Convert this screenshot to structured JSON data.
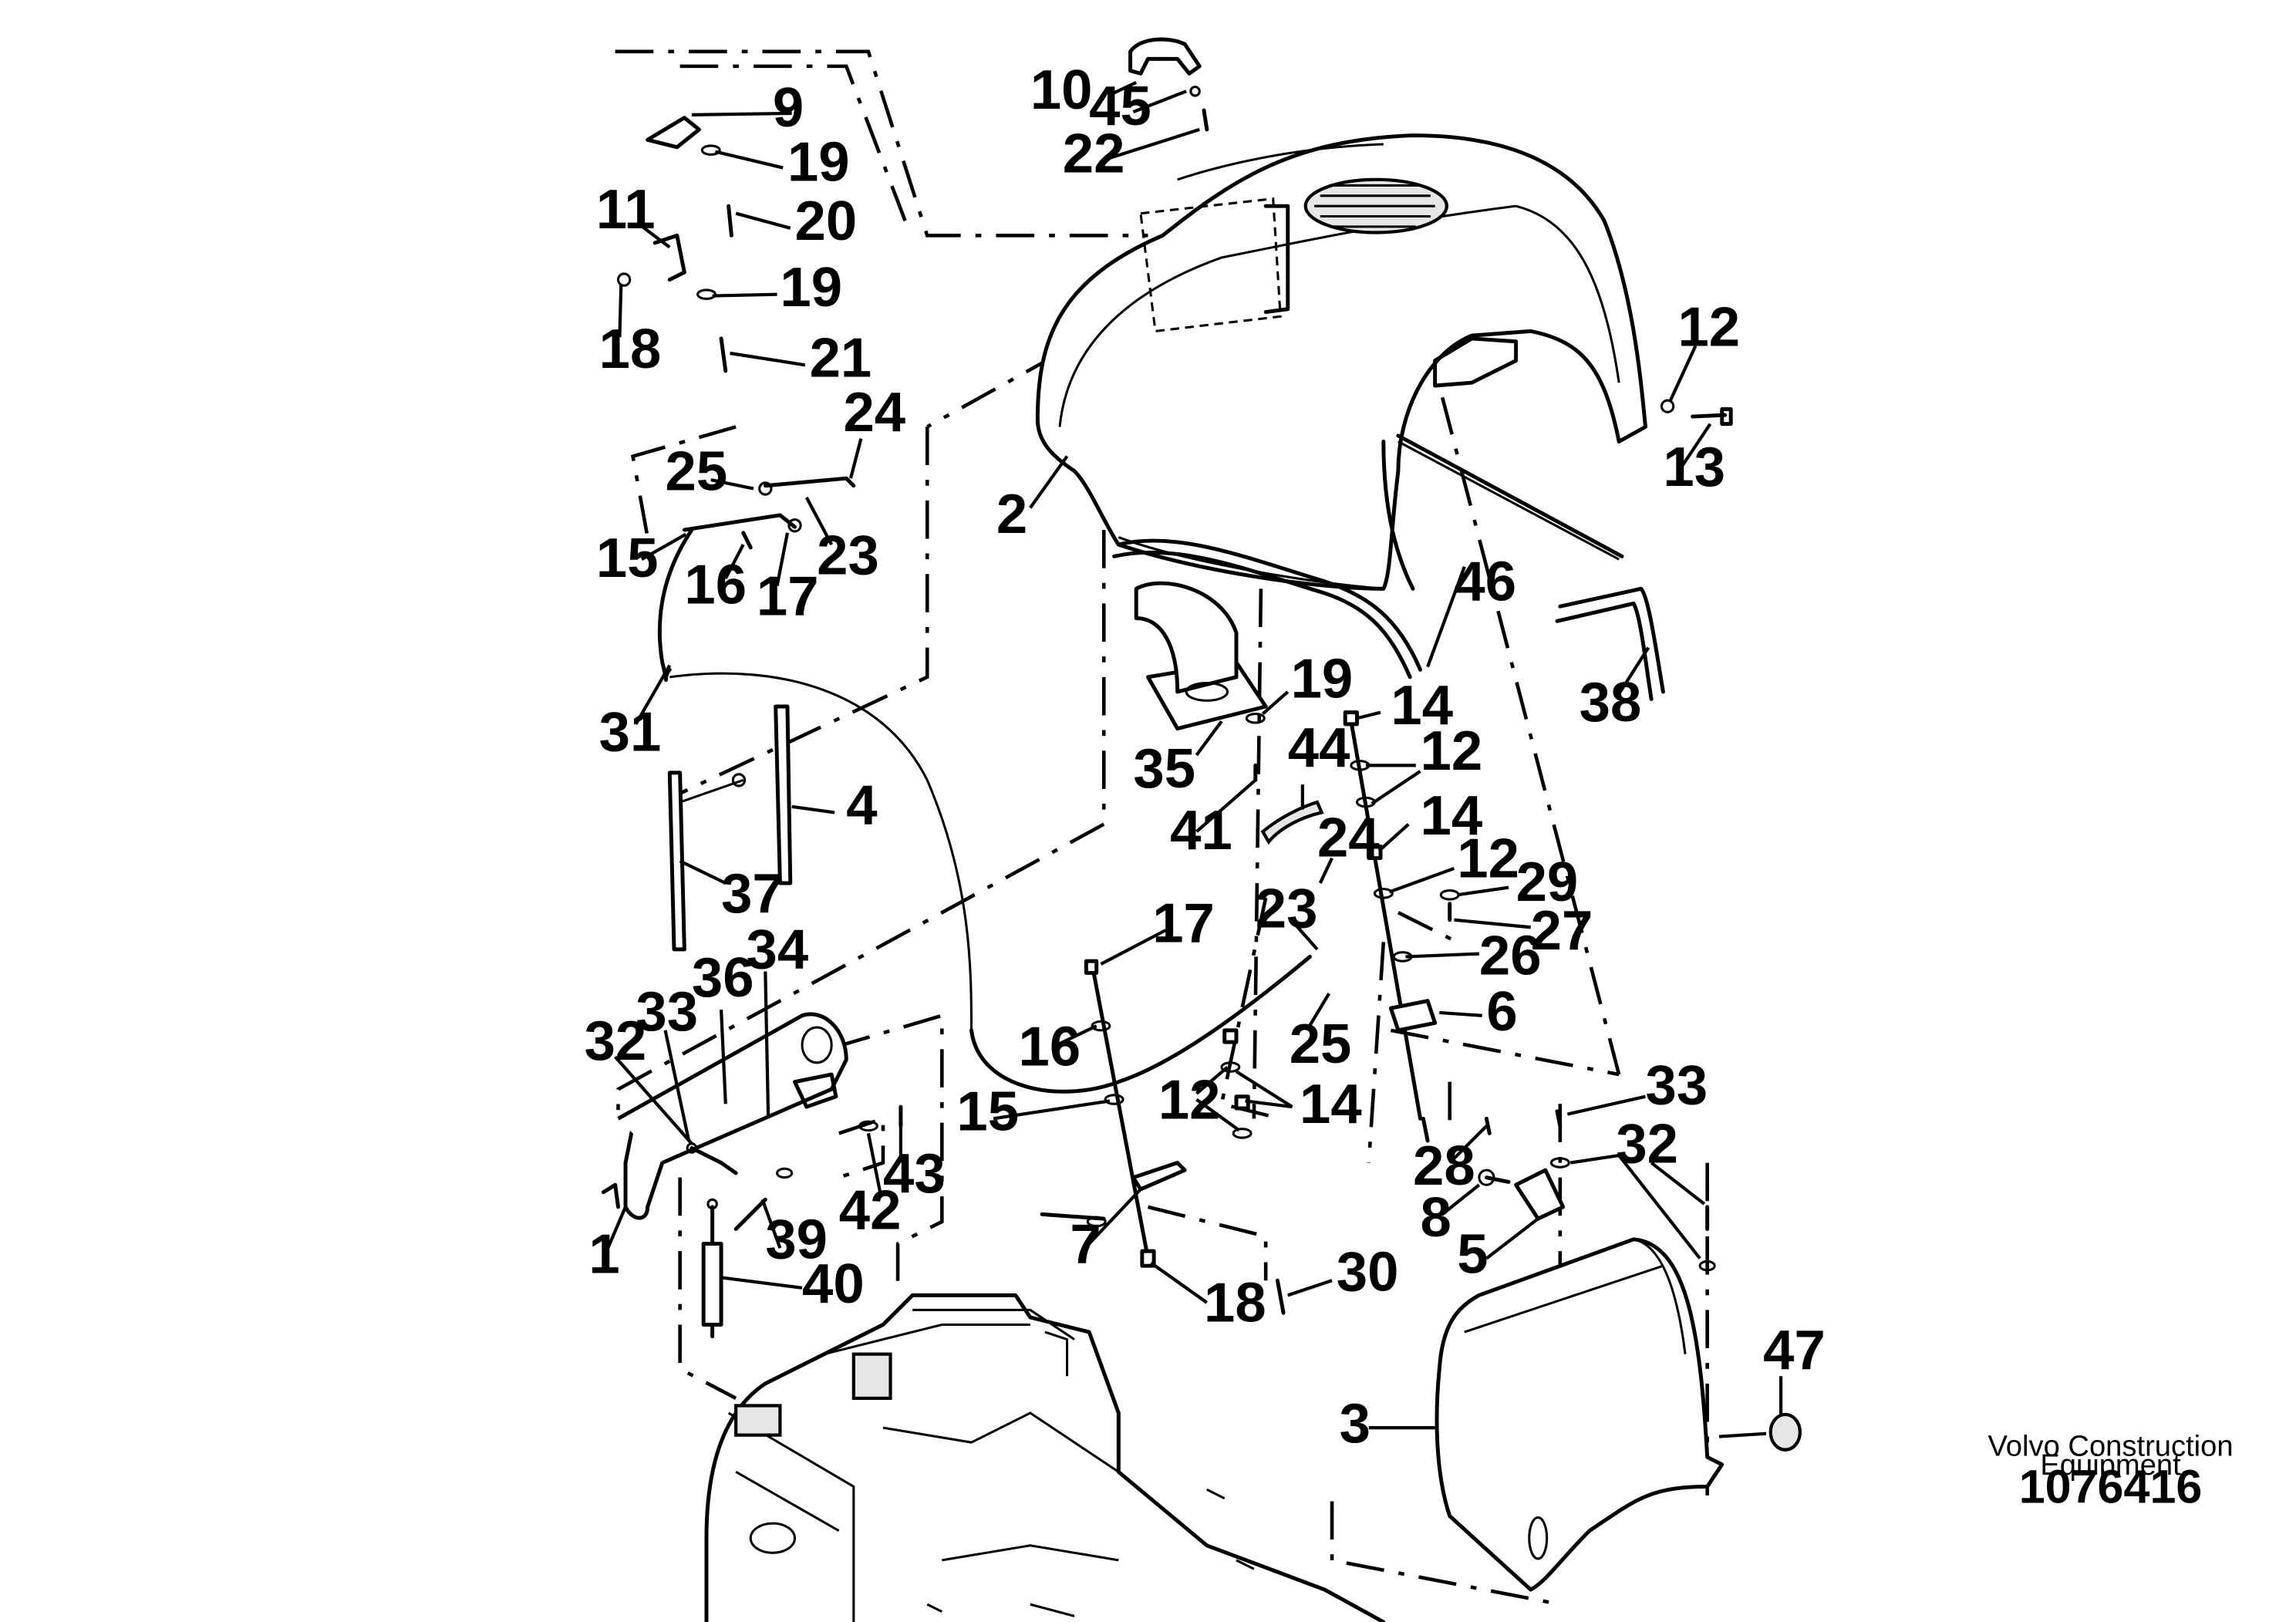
{
  "callouts": [
    "1",
    "2",
    "3",
    "4",
    "5",
    "6",
    "7",
    "8",
    "9",
    "10",
    "11",
    "12",
    "13",
    "14",
    "15",
    "16",
    "17",
    "18",
    "19",
    "20",
    "21",
    "22",
    "23",
    "24",
    "25",
    "26",
    "27",
    "28",
    "29",
    "30",
    "31",
    "32",
    "33",
    "34",
    "35",
    "36",
    "37",
    "38",
    "39",
    "40",
    "41",
    "42",
    "43",
    "44",
    "45",
    "46",
    "47"
  ],
  "brand": {
    "line1": "Volvo Construction",
    "line2": "Equipment"
  },
  "document_number": "1076416"
}
